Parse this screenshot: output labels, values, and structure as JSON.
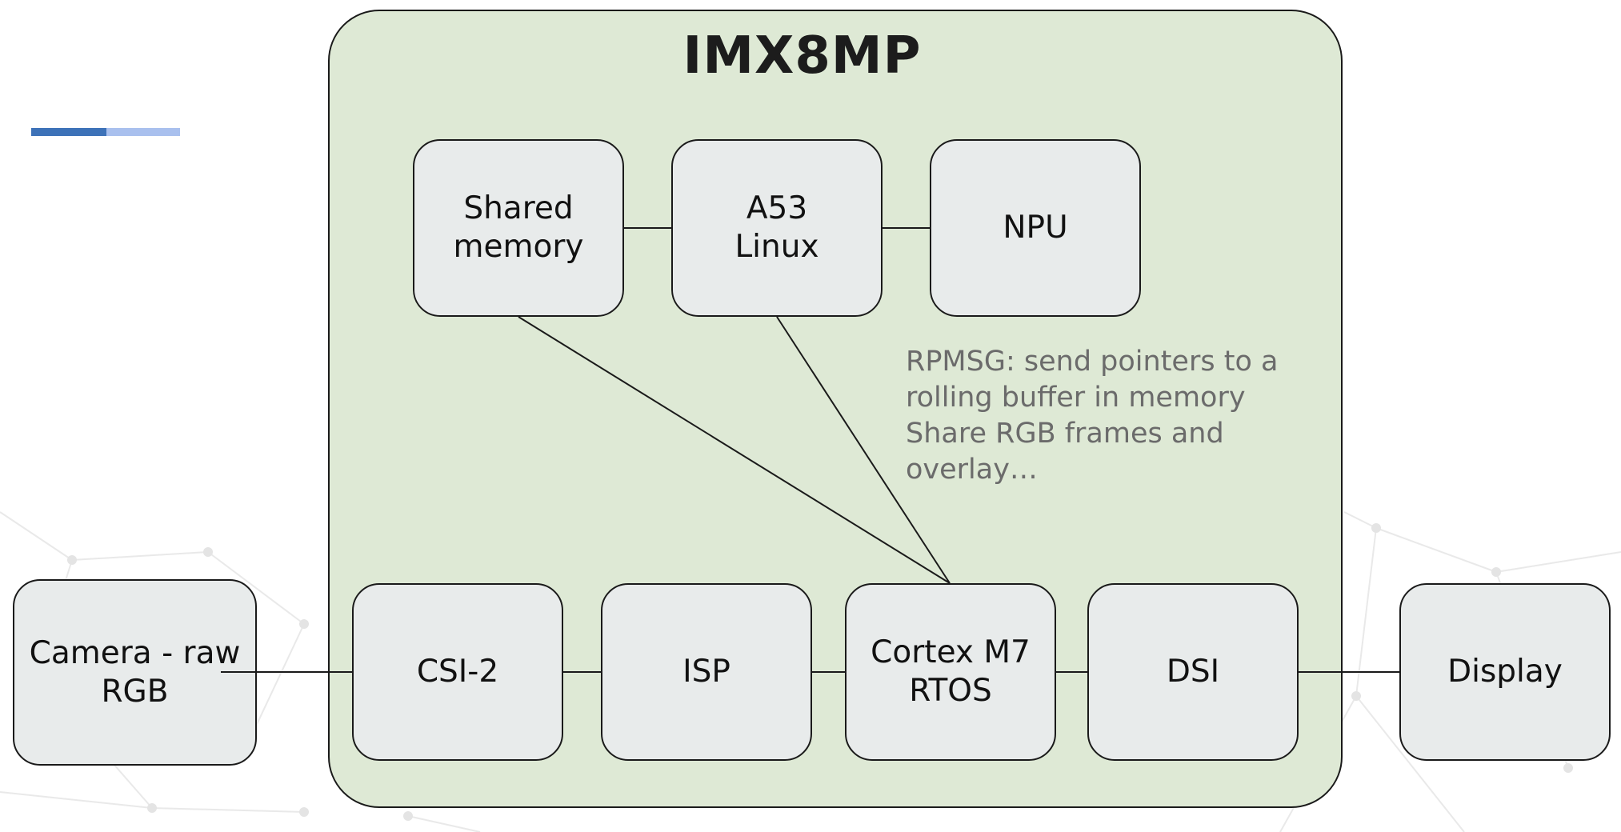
{
  "diagram": {
    "title": "IMX8MP",
    "blocks": {
      "shared_memory": "Shared\nmemory",
      "a53_linux": "A53\nLinux",
      "npu": "NPU",
      "camera": "Camera - raw\nRGB",
      "csi2": "CSI-2",
      "isp": "ISP",
      "cortex_m7": "Cortex M7\nRTOS",
      "dsi": "DSI",
      "display": "Display"
    },
    "note": "RPMSG: send pointers to a\nrolling buffer in  memory\nShare RGB frames and\noverlay…"
  },
  "colors": {
    "container_fill": "#dee9d5",
    "block_fill": "#e8ebeb",
    "outline": "#1a1a1a",
    "note_text": "#6b6b6b",
    "accent_dark": "#3d72b8",
    "accent_light": "#a9c0ee"
  }
}
